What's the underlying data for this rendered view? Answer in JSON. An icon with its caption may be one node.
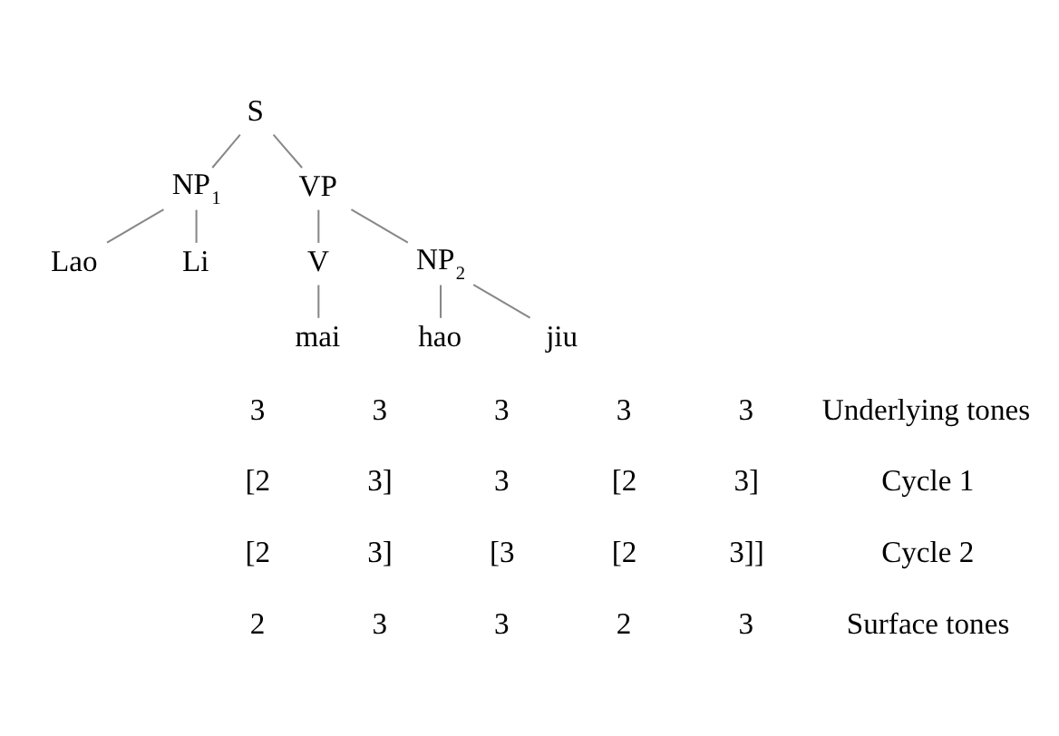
{
  "diagram": {
    "nodes": [
      {
        "text": [
          "S"
        ]
      },
      {
        "text": [
          "NP$_{1}$"
        ]
      },
      {
        "text": [
          "VP"
        ]
      },
      {
        "text": [
          "Lao"
        ]
      },
      {
        "text": [
          "Li"
        ]
      },
      {
        "text": [
          "V"
        ]
      },
      {
        "text": [
          "NP$_{2}$"
        ]
      },
      {
        "text": [
          "mai"
        ]
      },
      {
        "text": [
          "hao"
        ]
      },
      {
        "text": [
          "jiu"
        ]
      }
    ],
    "edges": [
      {
        "from": 0,
        "to": 1,
        "arrow": "none"
      },
      {
        "from": 0,
        "to": 2,
        "arrow": "none"
      },
      {
        "from": 1,
        "to": 3,
        "arrow": "none"
      },
      {
        "from": 1,
        "to": 4,
        "arrow": "none"
      },
      {
        "from": 2,
        "to": 5,
        "arrow": "none"
      },
      {
        "from": 2,
        "to": 6,
        "arrow": "none"
      },
      {
        "from": 5,
        "to": 7,
        "arrow": "none"
      },
      {
        "from": 6,
        "to": 8,
        "arrow": "none"
      },
      {
        "from": 6,
        "to": 9,
        "arrow": "none"
      }
    ],
    "labels": [
      "3",
      "3",
      "3",
      "3",
      "3",
      "Underlying tones",
      "[2",
      "3]",
      "3",
      "[2",
      "3]",
      "Cycle 1",
      "[2",
      "3]",
      "[3",
      "[2",
      "3]]",
      "Cycle 2",
      "2",
      "3",
      "3",
      "2",
      "3",
      "Surface tones"
    ]
  }
}
